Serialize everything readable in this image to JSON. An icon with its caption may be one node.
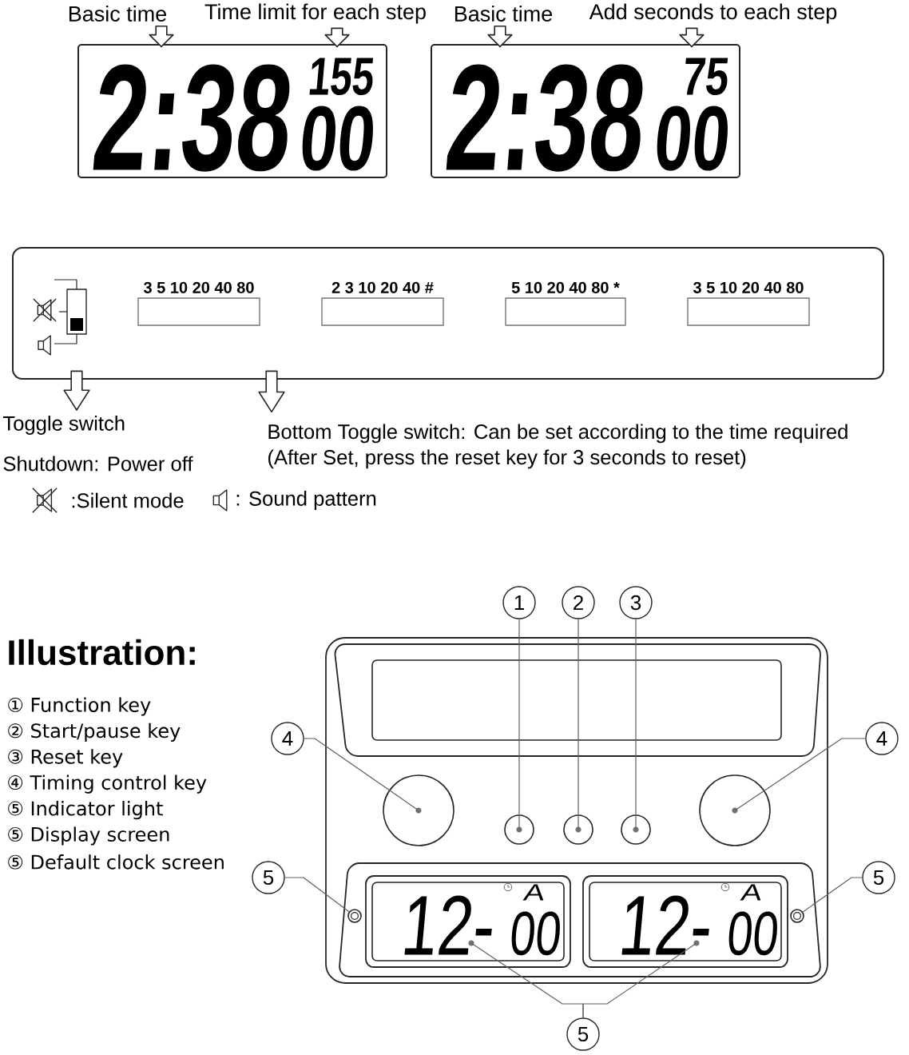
{
  "diagram": {
    "nodes": [
      {
        "text": [
          "Basic time"
        ]
      },
      {
        "text": [
          "Time limit for each step"
        ]
      },
      {
        "text": [
          "Basic time"
        ]
      },
      {
        "text": [
          "Add seconds to each step"
        ]
      },
      {
        "text": [
          "2:38",
          "155",
          "00"
        ]
      },
      {
        "text": [
          "2:38",
          "75",
          "00"
        ]
      },
      {
        "text": [],
        "shape": "box"
      },
      {
        "text": [
          "3 5 10 20 40 80"
        ],
        "in": 6
      },
      {
        "text": [
          "2 3 10 20 40 #"
        ],
        "in": 6
      },
      {
        "text": [
          "5 10 20 40 80 *"
        ],
        "in": 6
      },
      {
        "text": [
          "3 5 10 20 40 80"
        ],
        "in": 6
      },
      {
        "text": [
          "Toggle switch"
        ]
      },
      {
        "text": [
          "Bottom Toggle switch: Can be set according to the time required",
          "(After Set, press the reset key for 3 seconds to reset)"
        ]
      },
      {
        "text": [
          "1"
        ]
      },
      {
        "text": [
          "2"
        ]
      },
      {
        "text": [
          "3"
        ]
      },
      {
        "text": [
          "4"
        ]
      },
      {
        "text": [
          "4"
        ]
      },
      {
        "text": [],
        "shape": "circle"
      },
      {
        "text": [],
        "shape": "circle"
      },
      {
        "text": [],
        "shape": "circle"
      },
      {
        "text": [],
        "shape": "circle"
      },
      {
        "text": [],
        "shape": "circle"
      },
      {
        "text": [
          "5"
        ]
      },
      {
        "text": [
          "5"
        ]
      },
      {
        "text": [],
        "shape": "circle"
      },
      {
        "text": [
          "12-",
          "A",
          "00"
        ]
      },
      {
        "text": [
          "12-",
          "A",
          "00"
        ]
      },
      {
        "text": [],
        "shape": "circle"
      },
      {
        "text": [
          "5"
        ]
      }
    ],
    "edges": [
      {
        "from": 0,
        "to": 4,
        "arrow": "to",
        "style": "thick"
      },
      {
        "from": 1,
        "to": 4,
        "arrow": "to",
        "style": "thick"
      },
      {
        "from": 2,
        "to": 5,
        "arrow": "to",
        "style": "thick"
      },
      {
        "from": 3,
        "to": 5,
        "arrow": "to",
        "style": "thick"
      },
      {
        "from": 6,
        "to": 11,
        "arrow": "to",
        "style": "thick"
      },
      {
        "from": 6,
        "to": 12,
        "arrow": "to",
        "style": "thick"
      },
      {
        "from": 13,
        "to": 19,
        "arrow": "none"
      },
      {
        "from": 14,
        "to": 20,
        "arrow": "none"
      },
      {
        "from": 15,
        "to": 21,
        "arrow": "none"
      },
      {
        "from": 16,
        "to": 18,
        "arrow": "none"
      },
      {
        "from": 17,
        "to": 22,
        "arrow": "none"
      },
      {
        "from": 23,
        "to": 25,
        "arrow": "none"
      },
      {
        "from": 24,
        "to": 28,
        "arrow": "none"
      },
      {
        "from": 29,
        "to": 26,
        "arrow": "none"
      },
      {
        "from": 29,
        "to": 27,
        "arrow": "none"
      }
    ],
    "labels": [
      "Shutdown: Power off",
      ":Silent mode",
      ": Sound pattern",
      "Illustration:",
      "① Function key",
      "② Start/pause key",
      "③ Reset key",
      "④ Timing control key",
      "⑤ Indicator light",
      "⑤ Display screen",
      "⑤ Default clock screen"
    ]
  }
}
